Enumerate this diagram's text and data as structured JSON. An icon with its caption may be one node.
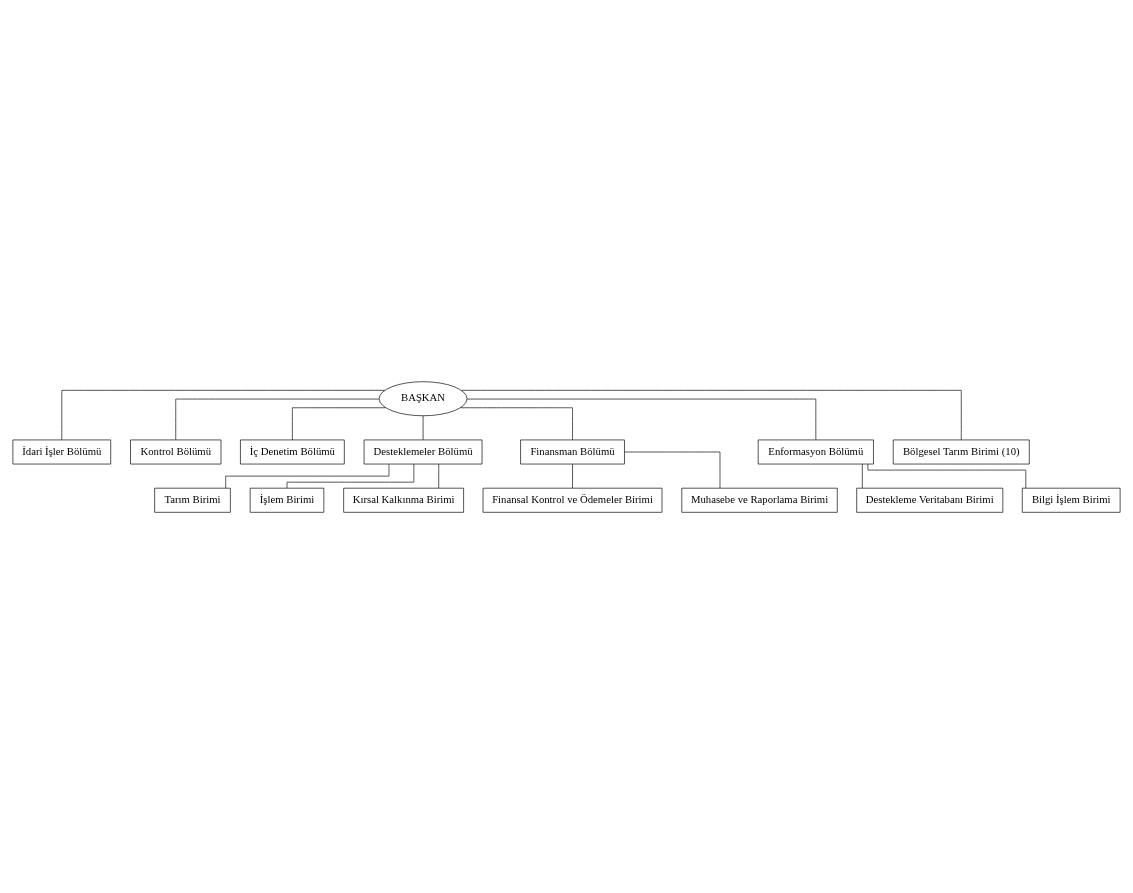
{
  "diagram": {
    "nodes": [
      {
        "text": [
          "BAŞKAN"
        ]
      },
      {
        "text": [
          "İdari İşler Bölümü"
        ]
      },
      {
        "text": [
          "Kontrol Bölümü"
        ]
      },
      {
        "text": [
          "İç Denetim Bölümü"
        ]
      },
      {
        "text": [
          "Desteklemeler Bölümü"
        ]
      },
      {
        "text": [
          "Finansman Bölümü"
        ]
      },
      {
        "text": [
          "Enformasyon Bölümü"
        ]
      },
      {
        "text": [
          "Tarım Birimi"
        ]
      },
      {
        "text": [
          "İşlem Birimi"
        ]
      },
      {
        "text": [
          "Kırsal Kalkınma Birimi"
        ]
      },
      {
        "text": [
          "Finansal Kontrol ve Ödemeler Birimi"
        ]
      },
      {
        "text": [
          "Muhasebe ve Raporlama Birimi"
        ]
      },
      {
        "text": [
          "Destekleme Veritabanı Birimi"
        ]
      },
      {
        "text": [
          "Bilgi İşlem Birimi"
        ]
      },
      {
        "text": [
          "Bölgesel Tarım Birimi (10)"
        ]
      }
    ],
    "edges": [
      {
        "from": 0,
        "to": 1,
        "arrow": "none"
      },
      {
        "from": 0,
        "to": 2,
        "arrow": "none"
      },
      {
        "from": 0,
        "to": 3,
        "arrow": "none"
      },
      {
        "from": 0,
        "to": 4,
        "arrow": "none"
      },
      {
        "from": 0,
        "to": 5,
        "arrow": "none"
      },
      {
        "from": 0,
        "to": 6,
        "arrow": "none"
      },
      {
        "from": 0,
        "to": 14,
        "arrow": "none"
      },
      {
        "from": 4,
        "to": 7,
        "arrow": "none"
      },
      {
        "from": 4,
        "to": 8,
        "arrow": "none"
      },
      {
        "from": 4,
        "to": 9,
        "arrow": "none"
      },
      {
        "from": 5,
        "to": 10,
        "arrow": "none"
      },
      {
        "from": 5,
        "to": 11,
        "arrow": "none"
      },
      {
        "from": 6,
        "to": 12,
        "arrow": "none"
      },
      {
        "from": 6,
        "to": 13,
        "arrow": "none"
      }
    ]
  }
}
